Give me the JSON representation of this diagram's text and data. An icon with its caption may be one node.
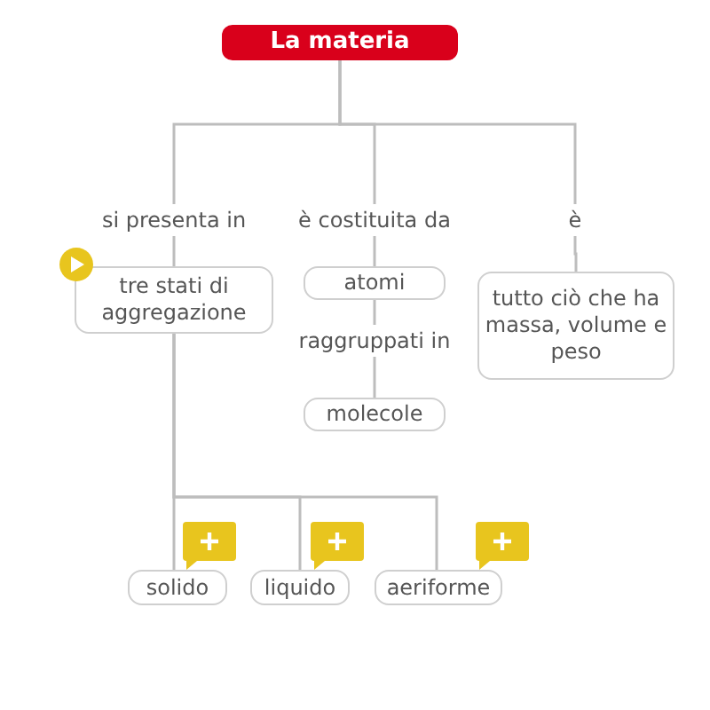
{
  "diagram": {
    "nodes": [
      {
        "text": [
          "La materia"
        ]
      },
      {
        "text": [
          "si presenta in"
        ]
      },
      {
        "text": [
          "è costituita da"
        ]
      },
      {
        "text": [
          "è"
        ]
      },
      {
        "text": [
          "tre stati di aggregazione"
        ]
      },
      {
        "text": [
          "atomi"
        ]
      },
      {
        "text": [
          "tutto ciò che ha massa, volume e peso"
        ]
      },
      {
        "text": [
          "raggruppati in"
        ]
      },
      {
        "text": [
          "molecole"
        ]
      },
      {
        "text": [
          "solido"
        ]
      },
      {
        "text": [
          "liquido"
        ]
      },
      {
        "text": [
          "aeriforme"
        ]
      }
    ],
    "edges": [
      {
        "from": 0,
        "to": 1,
        "arrow": "none"
      },
      {
        "from": 0,
        "to": 2,
        "arrow": "none"
      },
      {
        "from": 0,
        "to": 3,
        "arrow": "none"
      },
      {
        "from": 1,
        "to": 4,
        "arrow": "none"
      },
      {
        "from": 2,
        "to": 5,
        "arrow": "none"
      },
      {
        "from": 3,
        "to": 6,
        "arrow": "none"
      },
      {
        "from": 5,
        "to": 7,
        "arrow": "none"
      },
      {
        "from": 7,
        "to": 8,
        "arrow": "none"
      },
      {
        "from": 4,
        "to": 9,
        "arrow": "none"
      },
      {
        "from": 4,
        "to": 10,
        "arrow": "none"
      },
      {
        "from": 4,
        "to": 11,
        "arrow": "none"
      }
    ]
  }
}
